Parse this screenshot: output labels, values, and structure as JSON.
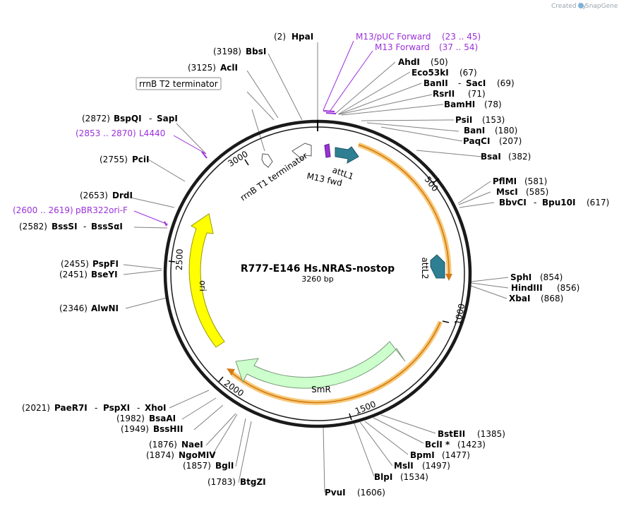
{
  "brand": {
    "created_by": "Created by",
    "name": "SnapGene"
  },
  "plasmid": {
    "name": "R777-E146 Hs.NRAS-nostop",
    "size": "3260 bp"
  },
  "ticks": {
    "t500": "500",
    "t1000": "1000",
    "t1500": "1500",
    "t2000": "2000",
    "t2500": "2500",
    "t3000": "3000"
  },
  "sites": {
    "hpai": {
      "name": "HpaI",
      "pos": "(2)"
    },
    "bbsi": {
      "name": "BbsI",
      "pos": "(3198)"
    },
    "acli": {
      "name": "AclI",
      "pos": "(3125)"
    },
    "bspqi": {
      "name": "BspQI",
      "name2": "SapI",
      "pos": "(2872)"
    },
    "pcii": {
      "name": "PciI",
      "pos": "(2755)"
    },
    "drdi": {
      "name": "DrdI",
      "pos": "(2653)"
    },
    "bsssi": {
      "name": "BssSI",
      "name2": "BssSαI",
      "pos": "(2582)"
    },
    "pspfi": {
      "name": "PspFI",
      "pos": "(2455)"
    },
    "bseyi": {
      "name": "BseYI",
      "pos": "(2451)"
    },
    "alwni": {
      "name": "AlwNI",
      "pos": "(2346)"
    },
    "paer7i": {
      "name": "PaeR7I",
      "name2": "PspXI",
      "name3": "XhoI",
      "pos": "(2021)"
    },
    "bsaai": {
      "name": "BsaAI",
      "pos": "(1982)"
    },
    "bsshii": {
      "name": "BssHII",
      "pos": "(1949)"
    },
    "naei": {
      "name": "NaeI",
      "pos": "(1876)"
    },
    "ngomiv": {
      "name": "NgoMIV",
      "pos": "(1874)"
    },
    "bgli": {
      "name": "BglI",
      "pos": "(1857)"
    },
    "btgzi": {
      "name": "BtgZI",
      "pos": "(1783)"
    },
    "pvui": {
      "name": "PvuI",
      "pos": "(1606)"
    },
    "blpi": {
      "name": "BlpI",
      "pos": "(1534)"
    },
    "msli": {
      "name": "MslI",
      "pos": "(1497)"
    },
    "bpmi": {
      "name": "BpmI",
      "pos": "(1477)"
    },
    "bcli": {
      "name": "BclI *",
      "pos": "(1423)"
    },
    "bsteii": {
      "name": "BstEII",
      "pos": "(1385)"
    },
    "sphi": {
      "name": "SphI",
      "pos": "(854)"
    },
    "hindiii": {
      "name": "HindIII",
      "pos": "(856)"
    },
    "xbai": {
      "name": "XbaI",
      "pos": "(868)"
    },
    "pflmi": {
      "name": "PflMI",
      "pos": "(581)"
    },
    "msci": {
      "name": "MscI",
      "pos": "(585)"
    },
    "bbvci": {
      "name": "BbvCI",
      "name2": "Bpu10I",
      "pos": "(617)"
    },
    "bsai": {
      "name": "BsaI",
      "pos": "(382)"
    },
    "paqci": {
      "name": "PaqCI",
      "pos": "(207)"
    },
    "bani": {
      "name": "BanI",
      "pos": "(180)"
    },
    "psii": {
      "name": "PsiI",
      "pos": "(153)"
    },
    "bamhi": {
      "name": "BamHI",
      "pos": "(78)"
    },
    "rsrii": {
      "name": "RsrII",
      "pos": "(71)"
    },
    "banii": {
      "name": "BanII",
      "name2": "SacI",
      "pos": "(69)"
    },
    "eco53ki": {
      "name": "Eco53kI",
      "pos": "(67)"
    },
    "ahdi": {
      "name": "AhdI",
      "pos": "(50)"
    }
  },
  "primers": {
    "m13puc": {
      "name": "M13/pUC Forward",
      "range": "(23 .. 45)"
    },
    "m13fwd": {
      "name": "M13 Forward",
      "range": "(37 .. 54)"
    },
    "l4440": {
      "name": "L4440",
      "range": "(2853 .. 2870)"
    },
    "pbr322": {
      "name": "pBR322ori-F",
      "range": "(2600 .. 2619)"
    }
  },
  "features": {
    "rrnb_t2": "rrnB T2 terminator",
    "rrnb_t1": "rrnB T1 terminator",
    "m13_fwd": "M13 fwd",
    "attl1": "attL1",
    "attl2": "attL2",
    "ori": "ori",
    "smr": "SmR"
  },
  "colors": {
    "primer": "#9b30d9",
    "att": "#2f7f93",
    "ori": "#ffff00",
    "smr": "#ccffcc",
    "orf": "#f7c978",
    "orf_line": "#d47a14"
  }
}
